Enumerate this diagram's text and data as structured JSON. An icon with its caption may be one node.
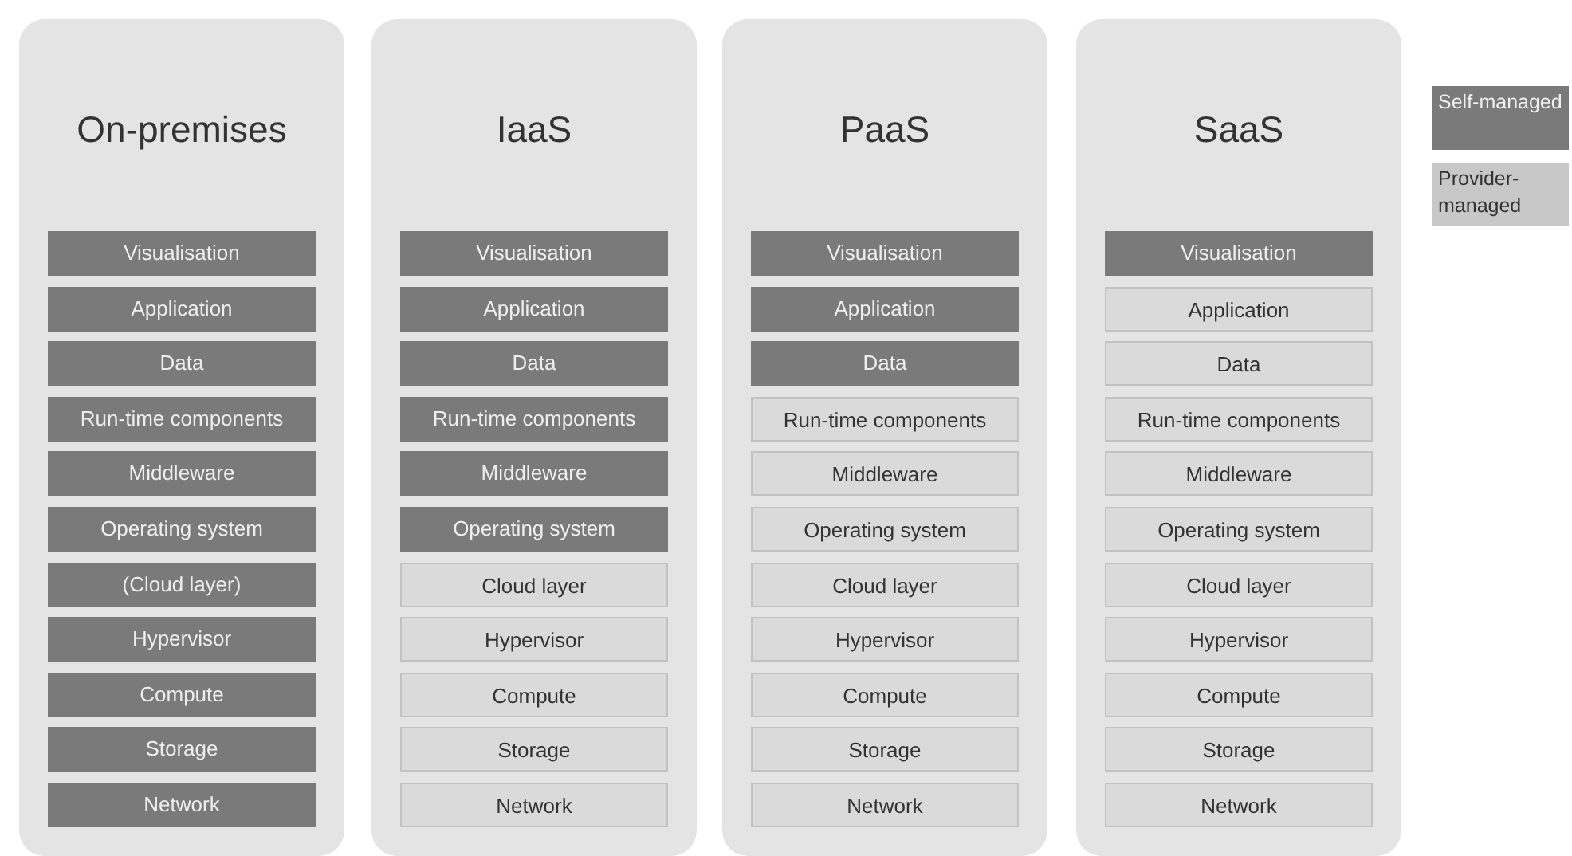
{
  "diagram": {
    "nodes": [
      {
        "text": [
          "On-premises"
        ]
      },
      {
        "text": [
          "Visualisation"
        ],
        "in": 0
      },
      {
        "text": [
          "Application"
        ],
        "in": 0
      },
      {
        "text": [
          "Data"
        ],
        "in": 0
      },
      {
        "text": [
          "Run-time components"
        ],
        "in": 0
      },
      {
        "text": [
          "Middleware"
        ],
        "in": 0
      },
      {
        "text": [
          "Operating system"
        ],
        "in": 0
      },
      {
        "text": [
          "(Cloud layer)"
        ],
        "in": 0
      },
      {
        "text": [
          "Hypervisor"
        ],
        "in": 0
      },
      {
        "text": [
          "Compute"
        ],
        "in": 0
      },
      {
        "text": [
          "Storage"
        ],
        "in": 0
      },
      {
        "text": [
          "Network"
        ],
        "in": 0
      },
      {
        "text": [
          "IaaS"
        ]
      },
      {
        "text": [
          "Visualisation"
        ],
        "in": 12
      },
      {
        "text": [
          "Application"
        ],
        "in": 12
      },
      {
        "text": [
          "Data"
        ],
        "in": 12
      },
      {
        "text": [
          "Run-time components"
        ],
        "in": 12
      },
      {
        "text": [
          "Middleware"
        ],
        "in": 12
      },
      {
        "text": [
          "Operating system"
        ],
        "in": 12
      },
      {
        "text": [
          "Cloud layer"
        ],
        "in": 12
      },
      {
        "text": [
          "Hypervisor"
        ],
        "in": 12
      },
      {
        "text": [
          "Compute"
        ],
        "in": 12
      },
      {
        "text": [
          "Storage"
        ],
        "in": 12
      },
      {
        "text": [
          "Network"
        ],
        "in": 12
      },
      {
        "text": [
          "PaaS"
        ]
      },
      {
        "text": [
          "Visualisation"
        ],
        "in": 24
      },
      {
        "text": [
          "Application"
        ],
        "in": 24
      },
      {
        "text": [
          "Data"
        ],
        "in": 24
      },
      {
        "text": [
          "Run-time components"
        ],
        "in": 24
      },
      {
        "text": [
          "Middleware"
        ],
        "in": 24
      },
      {
        "text": [
          "Operating system"
        ],
        "in": 24
      },
      {
        "text": [
          "Cloud layer"
        ],
        "in": 24
      },
      {
        "text": [
          "Hypervisor"
        ],
        "in": 24
      },
      {
        "text": [
          "Compute"
        ],
        "in": 24
      },
      {
        "text": [
          "Storage"
        ],
        "in": 24
      },
      {
        "text": [
          "Network"
        ],
        "in": 24
      },
      {
        "text": [
          "SaaS"
        ]
      },
      {
        "text": [
          "Visualisation"
        ],
        "in": 36
      },
      {
        "text": [
          "Application"
        ],
        "in": 36
      },
      {
        "text": [
          "Data"
        ],
        "in": 36
      },
      {
        "text": [
          "Run-time components"
        ],
        "in": 36
      },
      {
        "text": [
          "Middleware"
        ],
        "in": 36
      },
      {
        "text": [
          "Operating system"
        ],
        "in": 36
      },
      {
        "text": [
          "Cloud layer"
        ],
        "in": 36
      },
      {
        "text": [
          "Hypervisor"
        ],
        "in": 36
      },
      {
        "text": [
          "Compute"
        ],
        "in": 36
      },
      {
        "text": [
          "Storage"
        ],
        "in": 36
      },
      {
        "text": [
          "Network"
        ],
        "in": 36
      }
    ],
    "legend": [
      {
        "text": "Self-managed",
        "color": "#7a7a7a"
      },
      {
        "text": "Provider-managed",
        "color": "#c8c8c8"
      }
    ]
  }
}
